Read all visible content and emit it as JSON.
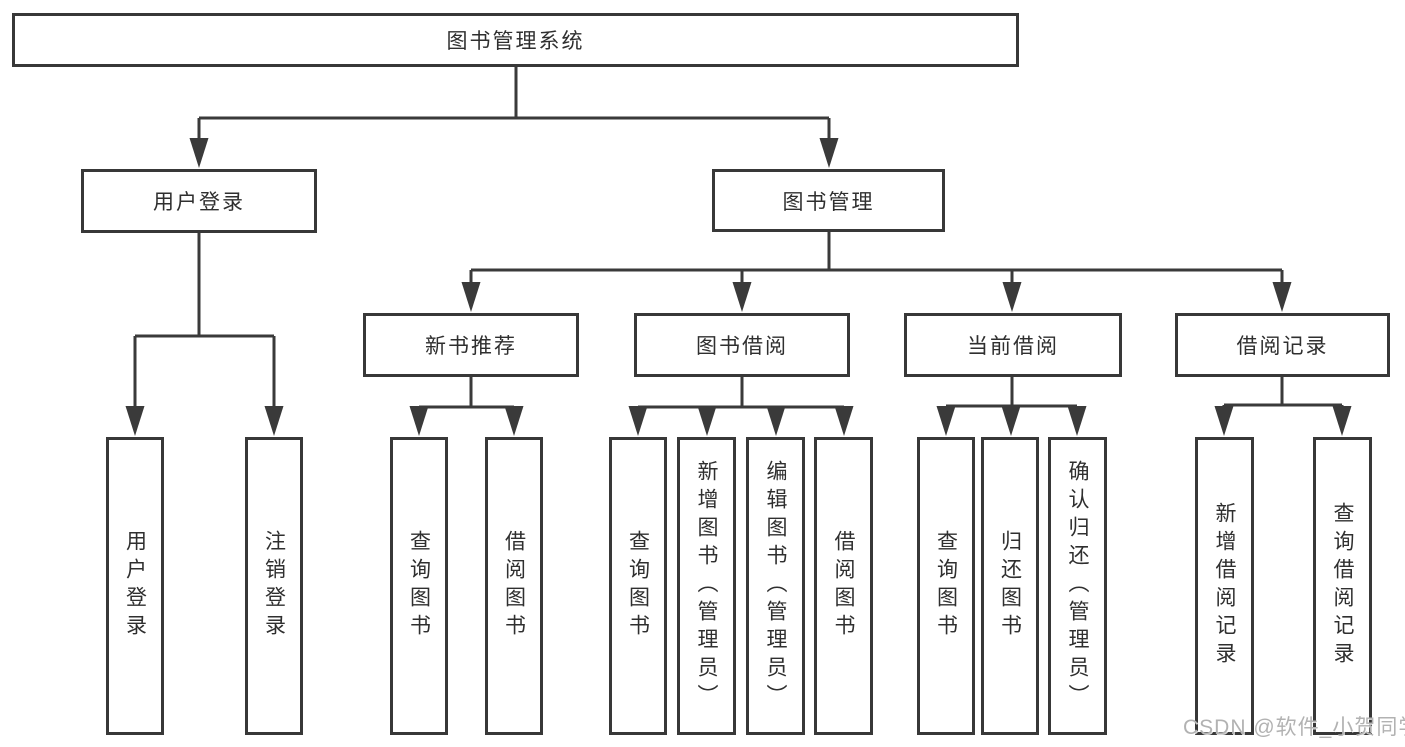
{
  "tree": {
    "label": "图书管理系统",
    "children": [
      {
        "label": "用户登录",
        "children": [
          {
            "label": "用户登录"
          },
          {
            "label": "注销登录"
          }
        ]
      },
      {
        "label": "图书管理",
        "children": [
          {
            "label": "新书推荐",
            "children": [
              {
                "label": "查询图书"
              },
              {
                "label": "借阅图书"
              }
            ]
          },
          {
            "label": "图书借阅",
            "children": [
              {
                "label": "查询图书"
              },
              {
                "label": "新增图书（管理员）"
              },
              {
                "label": "编辑图书（管理员）"
              },
              {
                "label": "借阅图书"
              }
            ]
          },
          {
            "label": "当前借阅",
            "children": [
              {
                "label": "查询图书"
              },
              {
                "label": "归还图书"
              },
              {
                "label": "确认归还（管理员）"
              }
            ]
          },
          {
            "label": "借阅记录",
            "children": [
              {
                "label": "新增借阅记录"
              },
              {
                "label": "查询借阅记录"
              }
            ]
          }
        ]
      }
    ]
  },
  "watermark": {
    "text": "CSDN @软件_小贺同学"
  },
  "colors": {
    "line": "#3a3a3a",
    "border": "#383838",
    "text": "#2f2f2f",
    "watermark": "#b2b2b2",
    "background": "#ffffff"
  }
}
